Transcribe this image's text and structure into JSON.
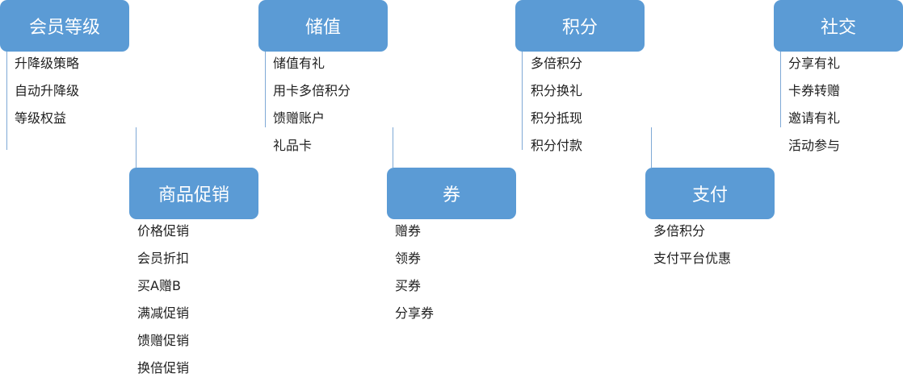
{
  "categories": [
    {
      "title": "会员等级",
      "items": [
        "升降级策略",
        "自动升降级",
        "等级权益"
      ]
    },
    {
      "title": "储值",
      "items": [
        "储值有礼",
        "用卡多倍积分",
        "馈赠账户",
        "礼品卡"
      ]
    },
    {
      "title": "积分",
      "items": [
        "多倍积分",
        "积分换礼",
        "积分抵现",
        "积分付款"
      ]
    },
    {
      "title": "社交",
      "items": [
        "分享有礼",
        "卡券转赠",
        "邀请有礼",
        "活动参与"
      ]
    },
    {
      "title": "商品促销",
      "items": [
        "价格促销",
        "会员折扣",
        "买A赠B",
        "满减促销",
        "馈赠促销",
        "换倍促销"
      ]
    },
    {
      "title": "券",
      "items": [
        "赠券",
        "领券",
        "买券",
        "分享券"
      ]
    },
    {
      "title": "支付",
      "items": [
        "多倍积分",
        "支付平台优惠"
      ]
    }
  ],
  "colors": {
    "box_fill": "#5b9bd5",
    "box_text": "#ffffff",
    "connector": "#7fa9d6",
    "item_text": "#1f1f1f"
  }
}
